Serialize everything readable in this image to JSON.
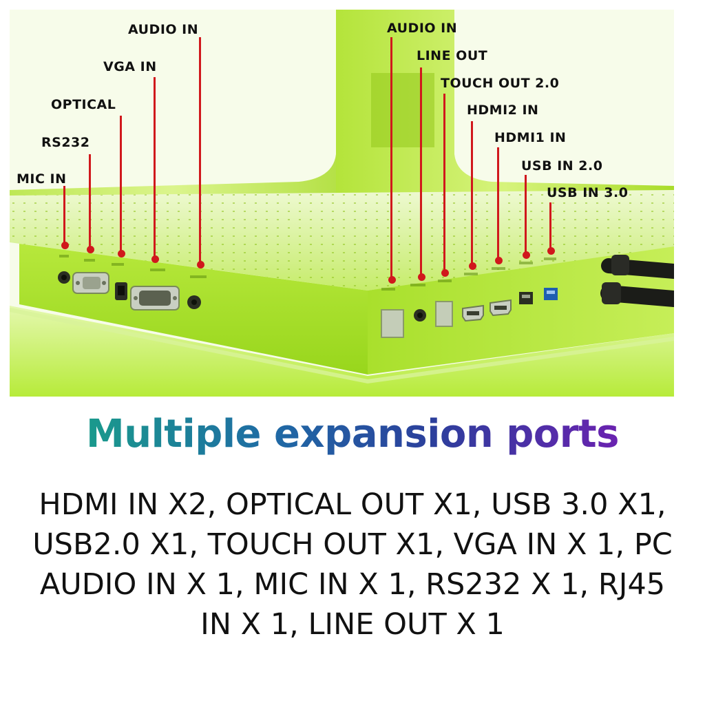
{
  "callouts_left": [
    {
      "id": "mic-in",
      "label": "MIC IN"
    },
    {
      "id": "rs232",
      "label": "RS232"
    },
    {
      "id": "optical",
      "label": "OPTICAL"
    },
    {
      "id": "vga-in",
      "label": "VGA IN"
    },
    {
      "id": "audio-in-left",
      "label": "AUDIO IN"
    }
  ],
  "callouts_right": [
    {
      "id": "audio-in-right",
      "label": "AUDIO IN"
    },
    {
      "id": "line-out",
      "label": "LINE OUT"
    },
    {
      "id": "touch-out",
      "label": "TOUCH OUT 2.0"
    },
    {
      "id": "hdmi2-in",
      "label": "HDMI2 IN"
    },
    {
      "id": "hdmi1-in",
      "label": "HDMI1 IN"
    },
    {
      "id": "usb-in-2",
      "label": "USB IN 2.0"
    },
    {
      "id": "usb-in-3",
      "label": "USB IN 3.0"
    }
  ],
  "colors": {
    "leader": "#d0181c",
    "body_green": "#a8e11e",
    "headline_start": "#1a9a8c",
    "headline_end": "#6a22b0"
  },
  "headline": "Multiple expansion ports",
  "description_lines": [
    "HDMI IN X2, OPTICAL OUT X1, USB 3.0 X1,",
    "USB2.0 X1, TOUCH OUT X1, VGA IN X 1, PC",
    "AUDIO IN X 1, MIC IN X 1, RS232 X 1, RJ45",
    "IN X 1, LINE OUT X 1"
  ]
}
